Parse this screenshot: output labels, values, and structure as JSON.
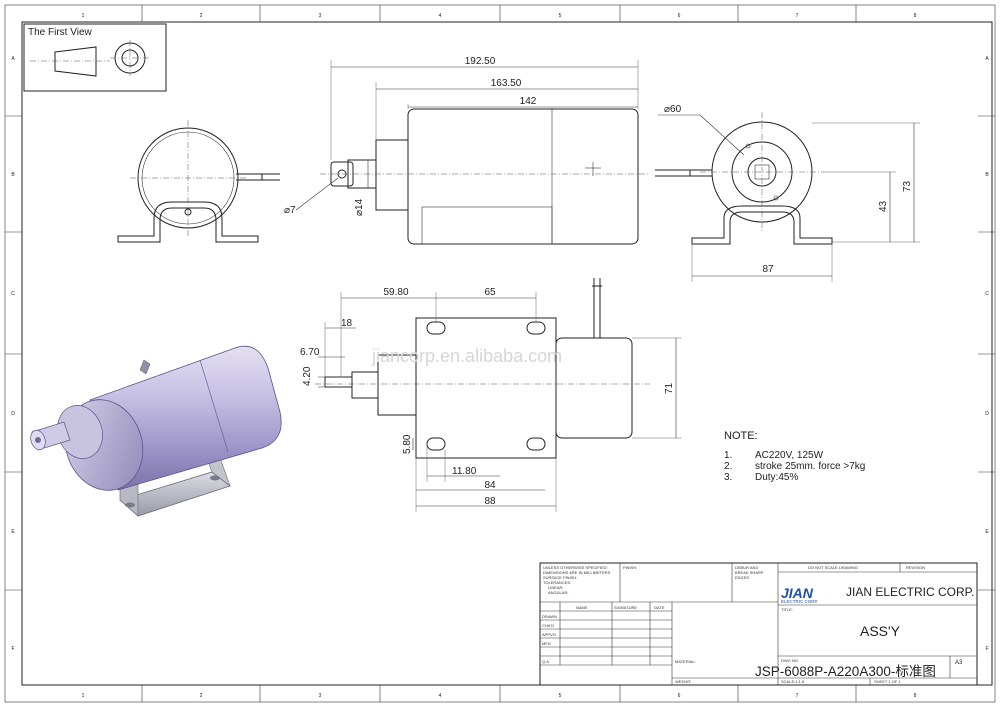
{
  "first_view_label": "The First View",
  "grid": {
    "columns": [
      "1",
      "2",
      "3",
      "4",
      "5",
      "6",
      "7",
      "8"
    ],
    "rows": [
      "A",
      "B",
      "C",
      "D",
      "E",
      "F"
    ]
  },
  "dimensions": {
    "overall_192": "192.50",
    "overall_163": "163.50",
    "body_142": "142",
    "dia_60": "60",
    "dia_7": "7",
    "dia_14": "14",
    "height_73": "73",
    "height_43": "43",
    "width_87": "87",
    "hole_59": "59.80",
    "hole_65": "65",
    "dim_18": "18",
    "dim_6_70": "6.70",
    "dim_4_20": "4.20",
    "height_71": "71",
    "dim_5_80": "5.80",
    "dim_11_80": "11.80",
    "width_84": "84",
    "width_88": "88"
  },
  "watermark": "jiancorp.en.alibaba.com",
  "notes": {
    "title": "NOTE:",
    "items": [
      {
        "num": "1.",
        "text": "AC220V, 125W"
      },
      {
        "num": "2.",
        "text": "stroke 25mm. force >7kg"
      },
      {
        "num": "3.",
        "text": "Duty:45%"
      }
    ]
  },
  "title_block": {
    "tolerance_lines": [
      "UNLESS OTHERWISE SPECIFIED:",
      "DIMENSIONS ARE IN MILLIMETERS",
      "SURFACE FINISH:",
      "TOLERANCES:",
      "LINEAR:",
      "ANGULAR:"
    ],
    "finish": "FINISH:",
    "deburr_lines": [
      "DEBUR AND",
      "BREAK SHARP",
      "EDGES"
    ],
    "do_not_scale": "DO NOT SCALE DRAWING",
    "revision": "REVISION",
    "headers": [
      "NAME",
      "SIGNATURE",
      "DATE"
    ],
    "row_labels": [
      "DRAWN",
      "CHK'D",
      "APPV'D",
      "MFG",
      "Q.A"
    ],
    "logo": "JIAN",
    "logo_sub": "ELECTRIC CORP.",
    "company": "JIAN ELECTRIC CORP.",
    "title_label": "TITLE:",
    "title": "ASS'Y",
    "material": "MATERIAL:",
    "dwg_label": "DWG NO.",
    "dwg_no": "JSP-6088P-A220A300-标准图",
    "size": "A3",
    "weight": "WEIGHT:",
    "scale": "SCALE:1:1.5",
    "sheet": "SHEET 1 OF 1"
  }
}
